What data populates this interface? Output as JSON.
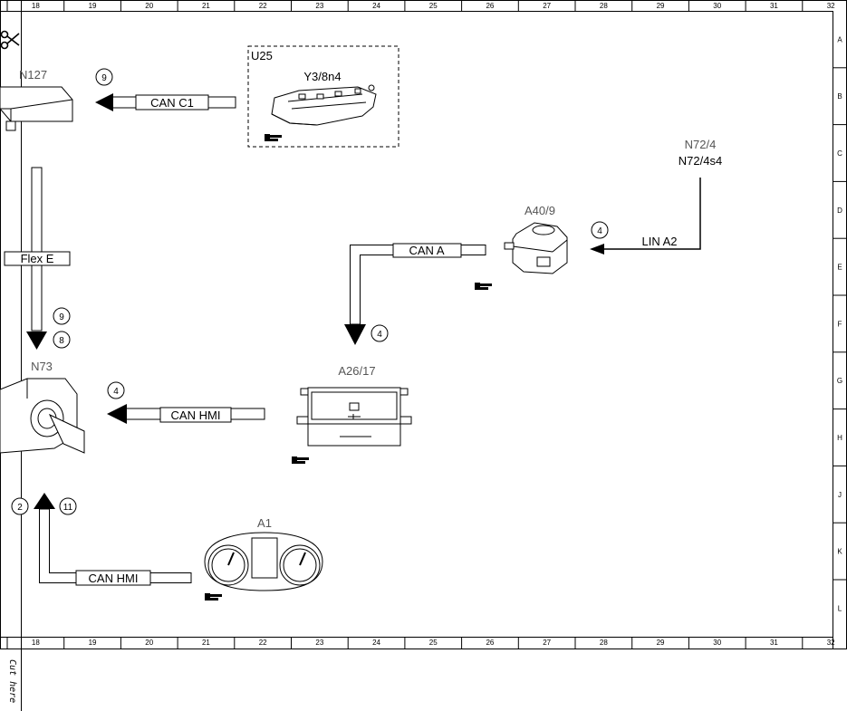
{
  "grid": {
    "columns": [
      "18",
      "19",
      "20",
      "21",
      "22",
      "23",
      "24",
      "25",
      "26",
      "27",
      "28",
      "29",
      "30",
      "31",
      "32"
    ],
    "rows": [
      "A",
      "B",
      "C",
      "D",
      "E",
      "F",
      "G",
      "H",
      "J",
      "K",
      "L"
    ]
  },
  "cut_text": "Cut here",
  "components": {
    "n127": "N127",
    "u25": "U25",
    "y3": "Y3/8n4",
    "n72_4": "N72/4",
    "n72_4s4": "N72/4s4",
    "a40_9": "A40/9",
    "n73": "N73",
    "a26_17": "A26/17",
    "a1": "A1"
  },
  "buses": {
    "can_c1": "CAN C1",
    "flex_e": "Flex E",
    "can_a": "CAN A",
    "lin_a2": "LIN A2",
    "can_hmi_top": "CAN HMI",
    "can_hmi_bottom": "CAN HMI"
  },
  "refs": {
    "r_can_c1": "9",
    "r_flex_9": "9",
    "r_flex_8": "8",
    "r_can_a": "4",
    "r_lin": "4",
    "r_hmi_top": "4",
    "r_hmi_2": "2",
    "r_hmi_11": "11"
  },
  "icons": {
    "scissors": "scissors-icon",
    "pointing_hand": "pointing-hand-icon"
  }
}
